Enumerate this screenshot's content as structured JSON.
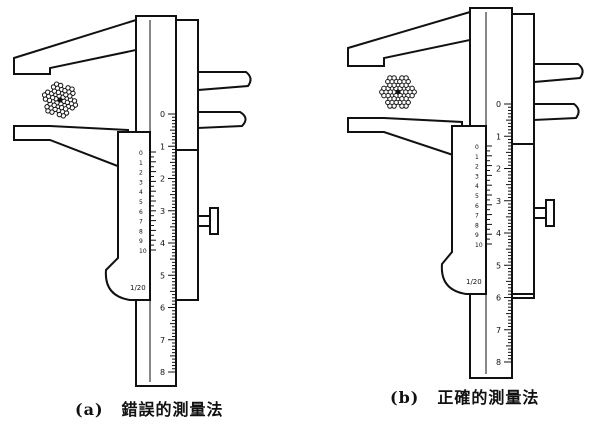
{
  "figure": {
    "panels": [
      {
        "tag": "(a)",
        "caption": "錯誤的測量法",
        "main_scale_ticks": [
          "0",
          "1",
          "2",
          "3",
          "4",
          "5",
          "6",
          "7",
          "8"
        ],
        "vernier_ticks": [
          "0",
          "1",
          "2",
          "3",
          "4",
          "5",
          "6",
          "7",
          "8",
          "9",
          "10"
        ],
        "vernier_label": "1/20"
      },
      {
        "tag": "(b)",
        "caption": "正確的測量法",
        "main_scale_ticks": [
          "0",
          "1",
          "2",
          "3",
          "4",
          "5",
          "6",
          "7",
          "8"
        ],
        "vernier_ticks": [
          "0",
          "1",
          "2",
          "3",
          "4",
          "5",
          "6",
          "7",
          "8",
          "9",
          "10"
        ],
        "vernier_label": "1/20"
      }
    ]
  }
}
